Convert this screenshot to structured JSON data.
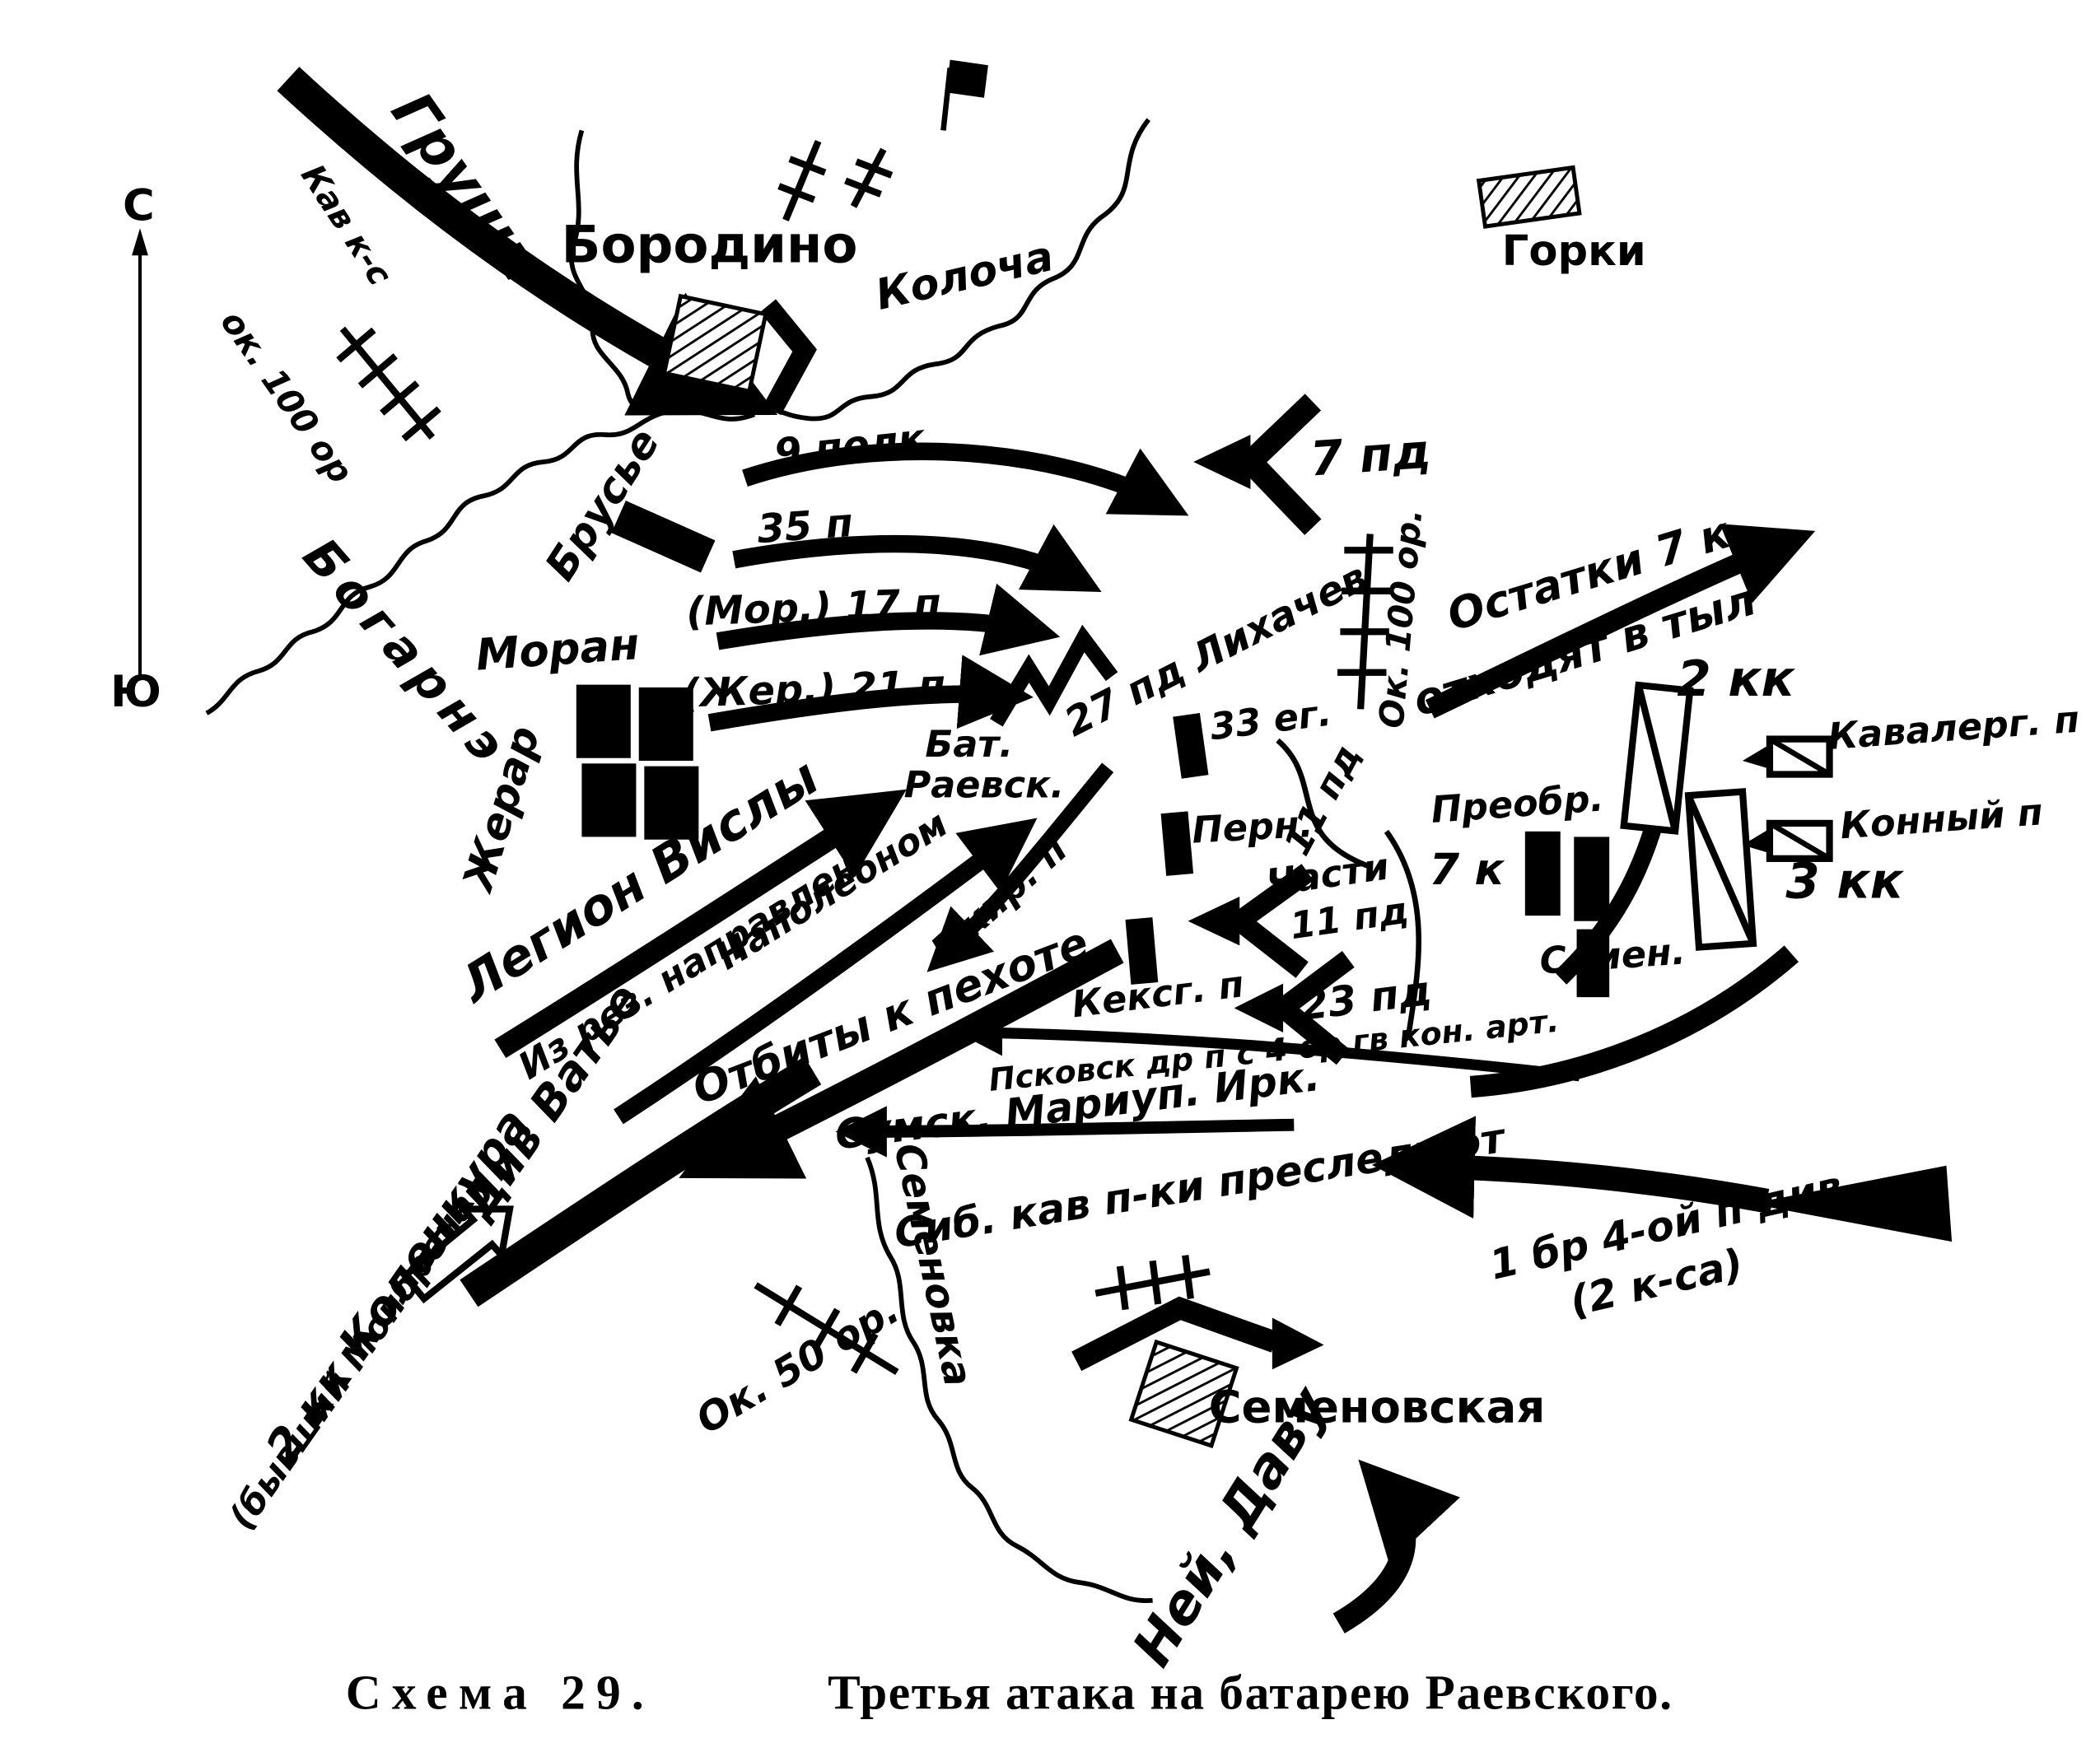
{
  "caption": {
    "schema": "Схема 29.",
    "title": "Третья атака на батарею Раевского."
  },
  "compass": {
    "north": "С",
    "south": "Ю"
  },
  "colors": {
    "ink": "#000000",
    "paper": "#ffffff"
  },
  "labels": {
    "grouchy": "Груши",
    "kav_korpus": "Кав к-с",
    "borodino": "Бородино",
    "kolocha": "Колоча",
    "gorki": "Горки",
    "ok_100_left": "ок. 100 ор",
    "beauharnais": "Богарнэ",
    "broussier": "Брусье",
    "morand": "Моран",
    "gerard": "Жерар",
    "polk9": "9 полк",
    "p35": "35 п",
    "p17": "(Мор.) 17 п",
    "p21": "(Жер.) 21 п",
    "pd7": "7 пд",
    "ok_100_right": "Ок. 100 ор.",
    "likhachev": "27 пд Лихачев",
    "battery_line1": "Бат.",
    "battery_line2": "Раевск.",
    "ostatki": "Остатки 7 к",
    "othodyat": "отходят в тыл",
    "kk2": "2 кк",
    "kavalergardsky": "Кавалерг. п",
    "konny": "Конный п",
    "kk3": "3 кк",
    "eg33": "33 ег.",
    "pd11_right": "11 пд",
    "preobrazhensky": "Преобр.",
    "k7": "7 к",
    "pernovsky": "Перн.",
    "chasti": "Части",
    "chasti_pd11": "11 пд",
    "keksgolmsky": "Кексг. п",
    "pd23": "23 пд",
    "semyonovsky": "Семен.",
    "legion_visly": "Легион Вислы",
    "iz_rezerva": "Из рез. направлен",
    "napoleonom": "Наполеоном",
    "kir5": "5 кир. п",
    "otbity": "Отбиты к пехоте",
    "div_wathier": "Див Ватье",
    "kk2_caulaincourt": "2 кк Коленкура",
    "montbrun": "(бывший Монбрена)",
    "pskovsk": "Псковск др п с 4 ор гв кон. арт.",
    "sumsk": "Сумск. Мариуп. Ирк.",
    "sib_kav": "Сиб. кав п-ки преследуют",
    "br1": "1 бр 4-ой п див",
    "korpus2": "(2 к-са)",
    "ok_50": "Ок. 50 ор.",
    "semyonovka": "Семеновка",
    "semyonovskaya": "Семеновская",
    "ney_davout": "Ней, Даву"
  }
}
